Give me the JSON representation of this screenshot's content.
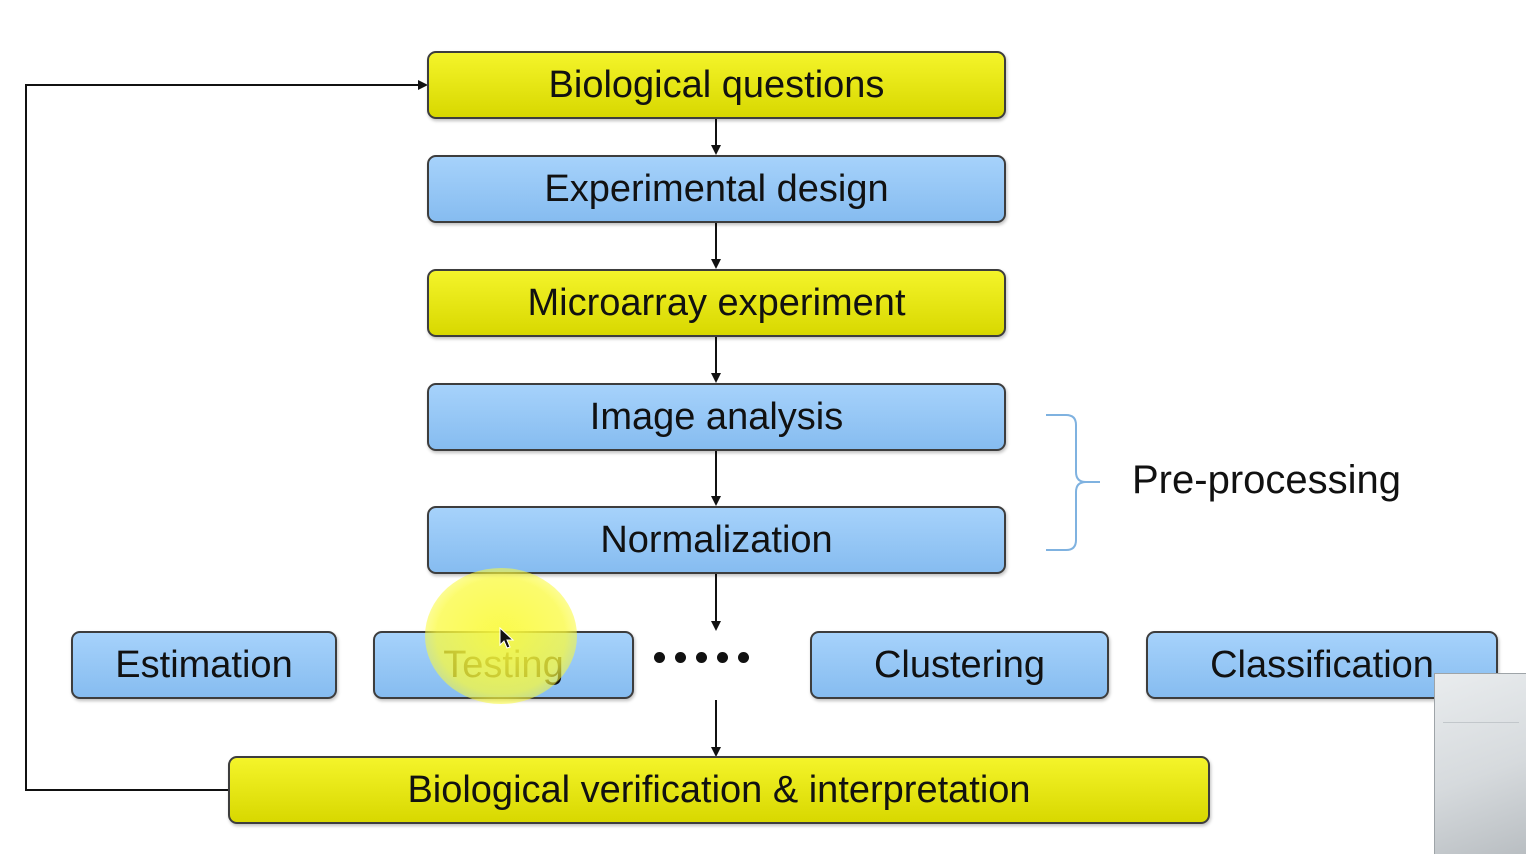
{
  "boxes": {
    "biological_questions": "Biological questions",
    "experimental_design": "Experimental design",
    "microarray_experiment": "Microarray experiment",
    "image_analysis": "Image analysis",
    "normalization": "Normalization",
    "estimation": "Estimation",
    "testing": "Testing",
    "clustering": "Clustering",
    "classification": "Classification",
    "biological_verification": "Biological verification & interpretation"
  },
  "brace_label": "Pre-processing",
  "colors": {
    "yellow_box": "#e8e812",
    "blue_box": "#96c6f5",
    "brace": "#7fb2e0",
    "highlight": "#f7f73c"
  },
  "icons": [
    "mouse-cursor-icon"
  ]
}
